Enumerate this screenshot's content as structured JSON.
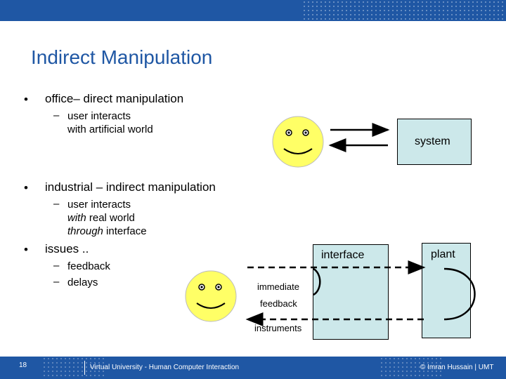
{
  "title": "Indirect Manipulation",
  "bullets": {
    "b1": "office– direct manipulation",
    "b1_sub": [
      "user interacts",
      "with artificial world"
    ],
    "b2": "industrial – indirect manipulation",
    "b2_sub": {
      "line1": "user interacts",
      "line2_em": "with",
      "line2_rest": " real world",
      "line3_em": "through",
      "line3_rest": " interface"
    },
    "b3": "issues ..",
    "b3_sub": [
      "feedback",
      "delays"
    ]
  },
  "diagram": {
    "system_label": "system",
    "interface_label": "interface",
    "plant_label": "plant",
    "immediate_label": "immediate",
    "feedback_label": "feedback",
    "instruments_label": "instruments"
  },
  "markers": {
    "bullet": "•",
    "dash": "–"
  },
  "footer": {
    "page_number": "18",
    "course": "Virtual University - Human Computer Interaction",
    "author": "© Imran Hussain | UMT"
  },
  "colors": {
    "accent": "#1f57a4",
    "box_fill": "#cce8ea",
    "smiley": "#ffff66"
  }
}
